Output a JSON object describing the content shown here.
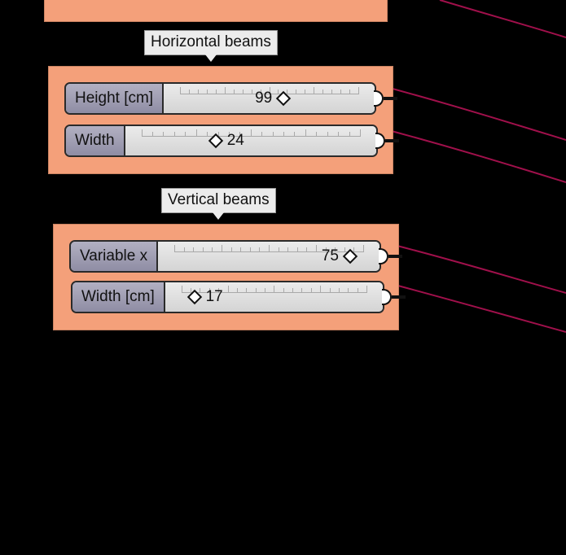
{
  "colors": {
    "group_fill": "#f4a07a",
    "wire": "#a0104b",
    "canvas_bg": "#000000"
  },
  "groups": [
    {
      "label": "Horizontal beams",
      "sliders": [
        {
          "name": "Height [cm]",
          "value": "99",
          "fraction": 0.58
        },
        {
          "name": "Width",
          "value": "24",
          "fraction": 0.34
        }
      ]
    },
    {
      "label": "Vertical beams",
      "sliders": [
        {
          "name": "Variable x",
          "value": "75",
          "fraction": 0.93
        },
        {
          "name": "Width [cm]",
          "value": "17",
          "fraction": 0.07
        }
      ]
    }
  ]
}
